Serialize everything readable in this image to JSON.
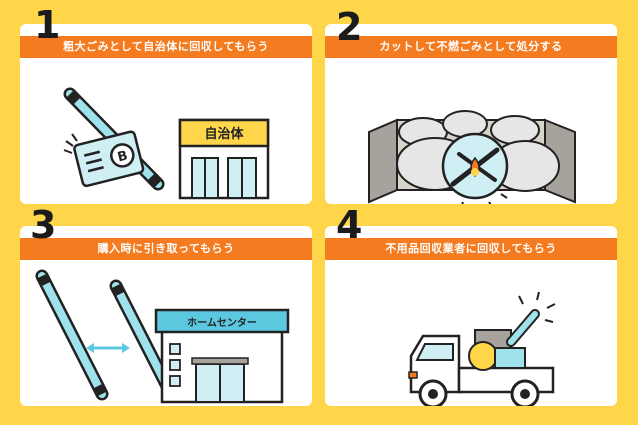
{
  "steps": [
    {
      "number": "1",
      "label": "粗大ごみとして自治体に回収してもらう",
      "sign": "自治体",
      "card_letter": "B"
    },
    {
      "number": "2",
      "label": "カットして不燃ごみとして処分する"
    },
    {
      "number": "3",
      "label": "購入時に引き取ってもらう",
      "sign": "ホームセンター"
    },
    {
      "number": "4",
      "label": "不用品回収業者に回収してもらう"
    }
  ],
  "colors": {
    "background": "#FFD54A",
    "accent": "#F47B20",
    "tube": "#9FE2EC",
    "outline": "#222222",
    "store_sign": "#5BC8E0"
  }
}
